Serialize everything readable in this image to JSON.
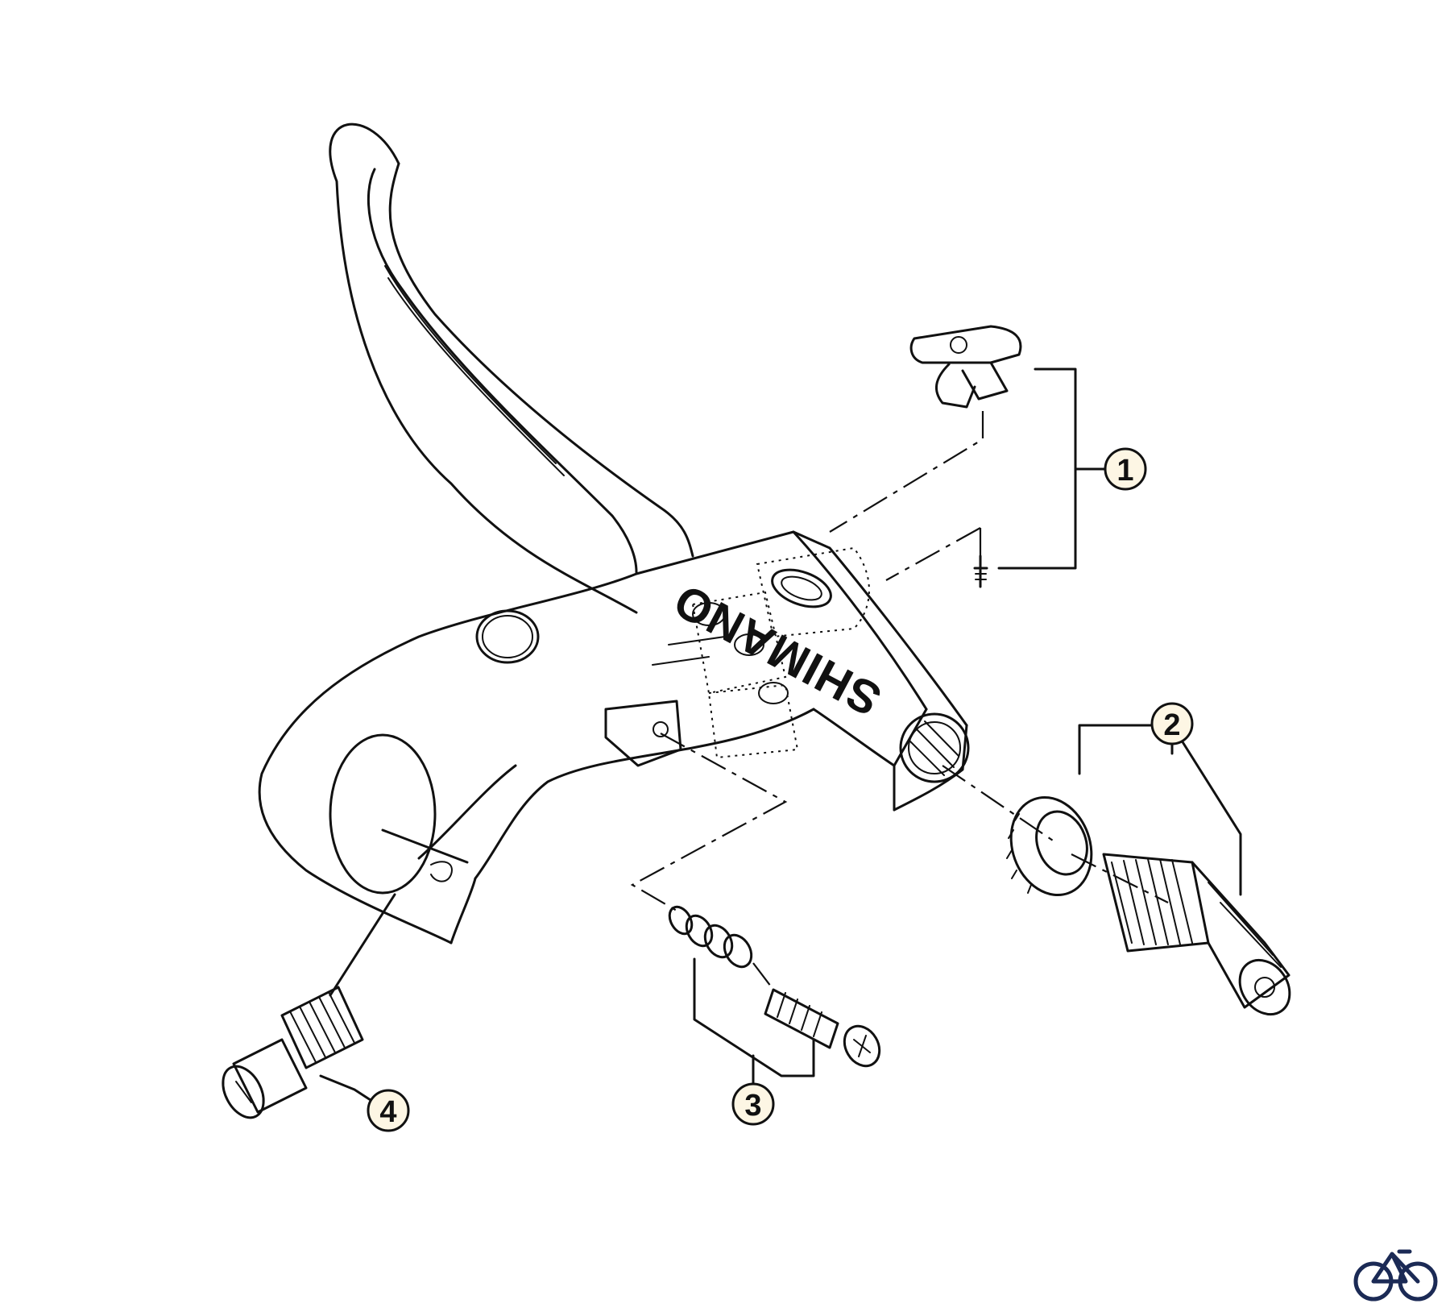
{
  "diagram": {
    "brand_mark": "SHIMANO",
    "callouts": [
      {
        "id": "1",
        "label": "1"
      },
      {
        "id": "2",
        "label": "2"
      },
      {
        "id": "3",
        "label": "3"
      },
      {
        "id": "4",
        "label": "4"
      }
    ],
    "colors": {
      "line": "#111111",
      "background": "#ffffff",
      "callout_fill": "#fdf6e4",
      "logo": "#1b2a55"
    },
    "logo_icon": "bicycle-icon"
  }
}
